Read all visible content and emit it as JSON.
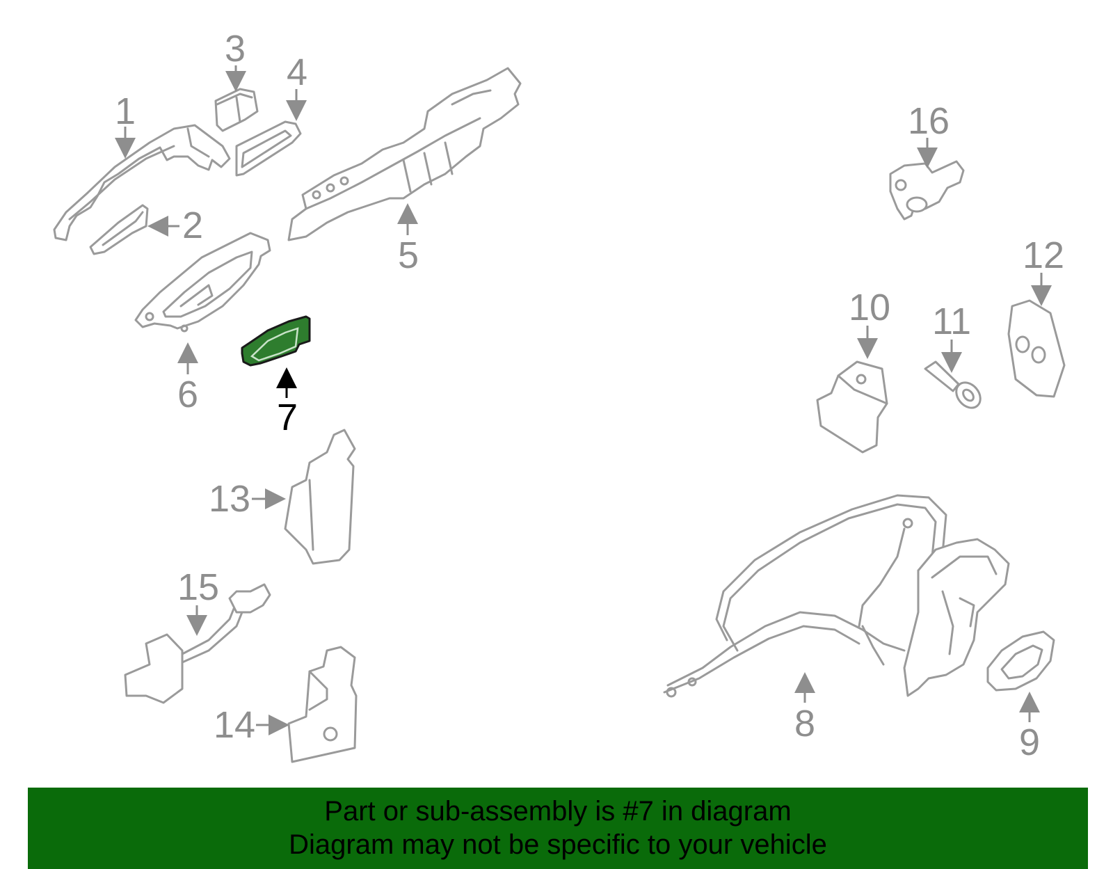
{
  "diagram": {
    "callouts": [
      "1",
      "2",
      "3",
      "4",
      "5",
      "6",
      "7",
      "8",
      "9",
      "10",
      "11",
      "12",
      "13",
      "14",
      "15",
      "16"
    ],
    "highlighted_callout": "7"
  },
  "banner": {
    "line1": "Part or sub-assembly is #7 in diagram",
    "line2": "Diagram may not be specific to your vehicle",
    "background": "#0a6b0a"
  },
  "colors": {
    "part_outline": "#9a9a9a",
    "highlight_fill": "#2e7d2e"
  }
}
